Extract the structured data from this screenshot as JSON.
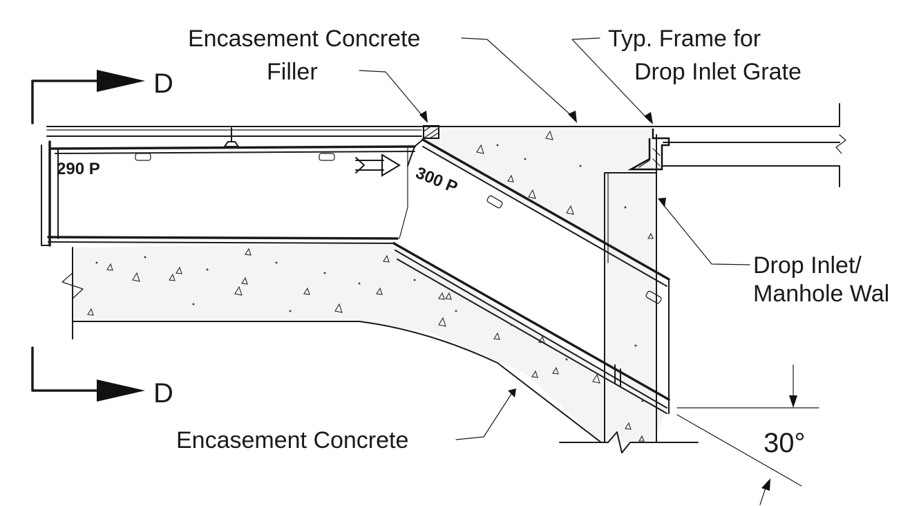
{
  "labels": {
    "encasement_top": "Encasement Concrete",
    "filler": "Filler",
    "frame_line1": "Typ. Frame for",
    "frame_line2": "Drop Inlet Grate",
    "wall_line1": "Drop Inlet/",
    "wall_line2": "Manhole Wal",
    "encasement_bottom": "Encasement Concrete",
    "angle": "30°",
    "section_top": "D",
    "section_bottom": "D",
    "pipe_left": "290  P",
    "pipe_right": "300  P"
  }
}
